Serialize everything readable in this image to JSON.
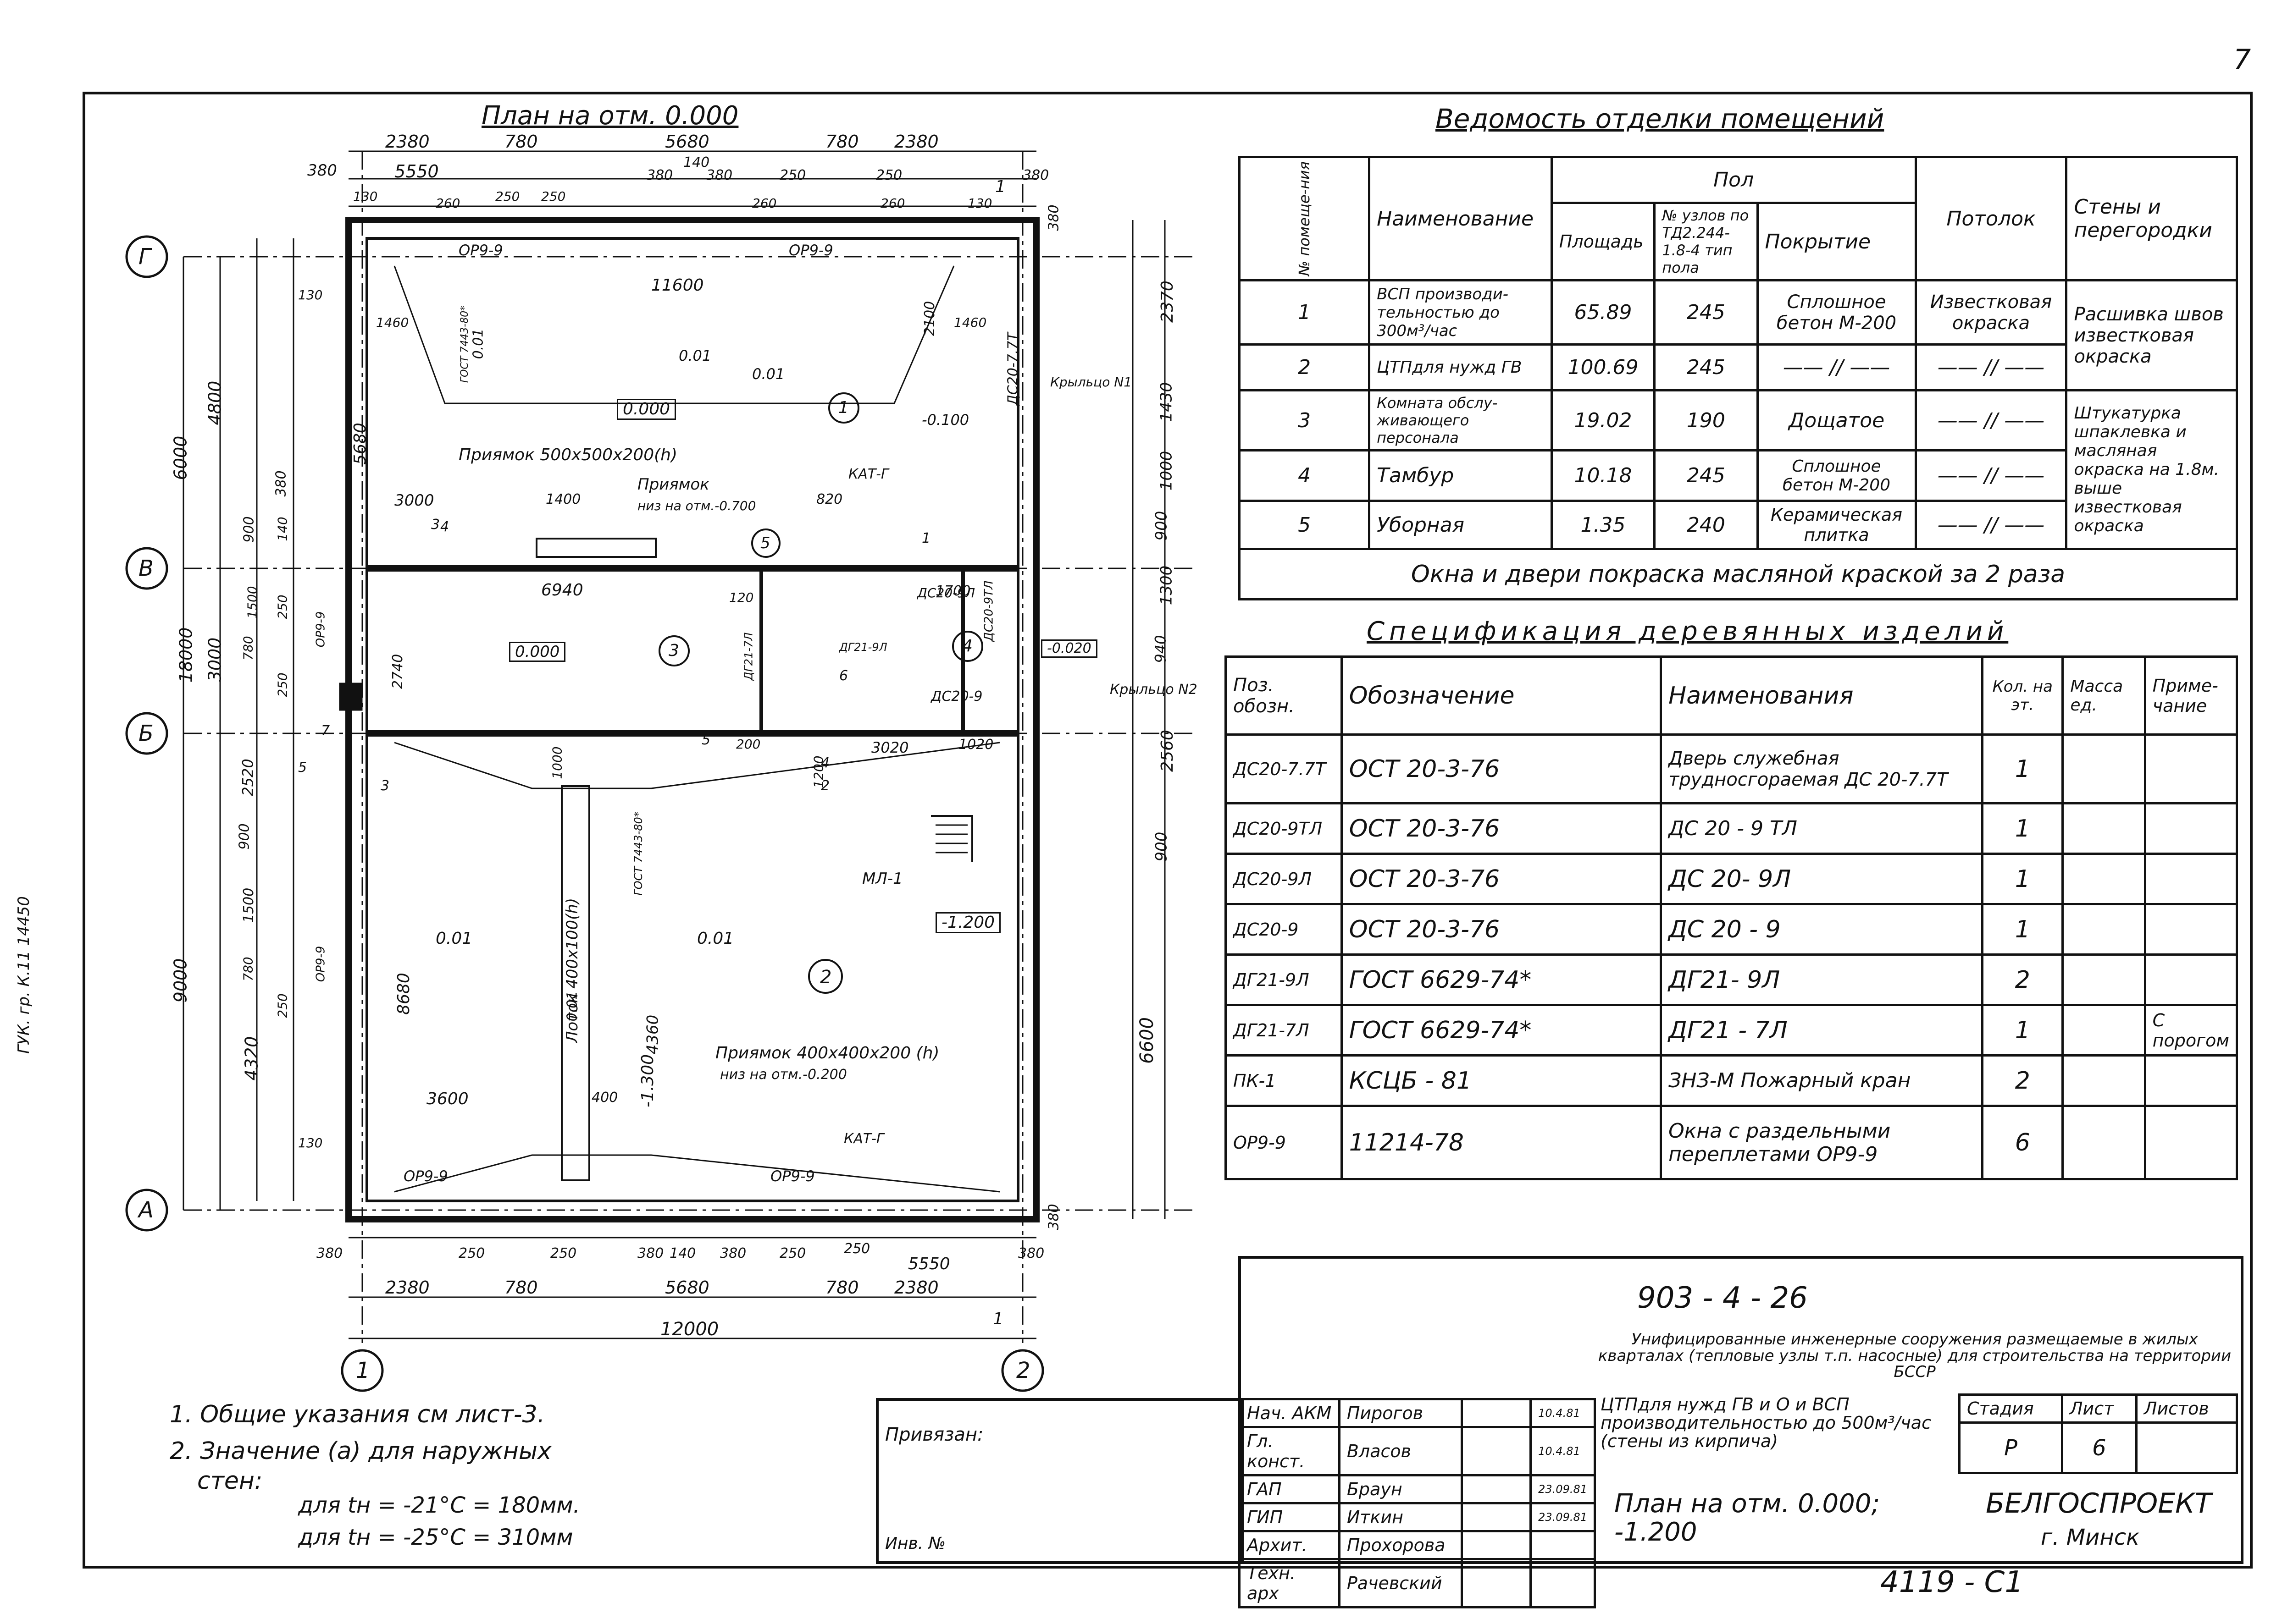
{
  "sheet_corner": "7",
  "plan": {
    "title": "План на отм. 0.000",
    "axes": {
      "G": "Г",
      "V": "В",
      "B": "Б",
      "A": "А",
      "one": "1",
      "two": "2"
    },
    "top_dims_row1": [
      "2380",
      "780",
      "5680",
      "780",
      "2380"
    ],
    "top_dims_row2": [
      "380",
      "5550",
      "140",
      "380",
      "380",
      "250",
      "250",
      "380"
    ],
    "top_dims_row3": [
      "130",
      "250",
      "250",
      "260",
      "260",
      "260",
      "130"
    ],
    "bottom_dims_row1": [
      "380",
      "250",
      "250",
      "380",
      "140",
      "380",
      "250",
      "250",
      "5550",
      "380"
    ],
    "bottom_dims_row2": [
      "2380",
      "780",
      "5680",
      "780",
      "2380"
    ],
    "bottom_total": "12000",
    "left_dims_outer": [
      "4800",
      "6000",
      "18000",
      "3000",
      "9000",
      "4320"
    ],
    "left_dims_inner": [
      "5680",
      "130",
      "380",
      "900",
      "140",
      "250",
      "780",
      "1500",
      "250",
      "2520",
      "900",
      "1500",
      "780",
      "250",
      "130"
    ],
    "right_dims": [
      "380",
      "2370",
      "1430",
      "1000",
      "900",
      "1300",
      "940",
      "2560",
      "900",
      "6600",
      "380"
    ],
    "inner_dims": [
      "11600",
      "6940",
      "3000",
      "1400",
      "3600",
      "8680",
      "4360",
      "2740",
      "3020",
      "1020",
      "1460",
      "1460",
      "820",
      "1700",
      "400",
      "120",
      "200",
      "2100",
      "1200",
      "1000"
    ],
    "windows": [
      "ОР9-9",
      "ОР9-9",
      "ОР9-9",
      "ОР9-9",
      "ОР9-9",
      "ОР9-9"
    ],
    "doors": [
      "ДС20-7.7Т",
      "ДС20-9Л",
      "ДС20-9ТЛ",
      "ДС20-9",
      "ДГ21-9Л",
      "ДГ21-7Л"
    ],
    "levels": [
      "0.000",
      "0.000",
      "-0.020",
      "-1.200",
      "-0.100",
      "-1.300"
    ],
    "slopes": [
      "0.01",
      "0.01",
      "0.01",
      "0.01",
      "0.01",
      "0.01"
    ],
    "room_numbers": [
      "1",
      "2",
      "3",
      "4",
      "5"
    ],
    "pit1": "Приямок 500x500x200(h)",
    "pit2": "Приямок",
    "pit2_bottom": "низ на отм.-0.700",
    "pit3": "Приямок 400x400x200 (h)",
    "pit3_bottom": "низ на отм.-0.200",
    "tray": "Лоток 400x100(h)",
    "pipe1": "ГОСТ 7443-80*",
    "pipe2": "ГОСТ 7443-80*",
    "kat1": "КАТ-Г",
    "kat2": "КАТ-Г",
    "stair": "МЛ-1",
    "porch1": "Крыльцо N1",
    "porch2": "Крыльцо N2",
    "section_marks": [
      "1",
      "1"
    ],
    "callouts": [
      "3",
      "4",
      "5",
      "6",
      "7",
      "3",
      "4",
      "1",
      "2",
      "5"
    ],
    "side_stamp": "ГУК. гр. К.11   14450"
  },
  "notes": {
    "n1": "1. Общие указания см лист-3.",
    "n2": "2. Значение (а) для наружных",
    "n2b": "стен:",
    "n3": "для tн = -21°С = 180мм.",
    "n4": "для tн = -25°С = 310мм"
  },
  "finish": {
    "title": "Ведомость отделки помещений",
    "headers": {
      "num": "№ помеще-ния",
      "name": "Наименование",
      "floor": "Пол",
      "area": "Площадь",
      "nodes": "№ узлов по ТД2.244-1.8-4 тип пола",
      "cover": "Покрытие",
      "ceiling": "Потолок",
      "walls": "Стены и перегородки"
    },
    "rows": [
      {
        "n": "1",
        "name": "ВСП производи-тельностью до 300м³/час",
        "area": "65.89",
        "node": "245",
        "cover": "Сплошное бетон М-200",
        "ceiling": "Известковая окраска"
      },
      {
        "n": "2",
        "name": "ЦТПдля нужд ГВ",
        "area": "100.69",
        "node": "245",
        "cover": "—— // ——",
        "ceiling": "—— // ——"
      },
      {
        "n": "3",
        "name": "Комната обслу-живающего персонала",
        "area": "19.02",
        "node": "190",
        "cover": "Дощатое",
        "ceiling": "—— // ——"
      },
      {
        "n": "4",
        "name": "Тамбур",
        "area": "10.18",
        "node": "245",
        "cover": "Сплошное бетон М-200",
        "ceiling": "—— // ——"
      },
      {
        "n": "5",
        "name": "Уборная",
        "area": "1.35",
        "node": "240",
        "cover": "Керамическая плитка",
        "ceiling": "—— // ——"
      }
    ],
    "walls_1_2": "Расшивка швов известковая окраска",
    "walls_3_5": "Штукатурка шпаклевка и масляная окраска на 1.8м. выше известковая окраска",
    "footer": "Окна и двери покраска масляной краской за 2 раза"
  },
  "spec": {
    "title": "Спецификация деревянных изделий",
    "headers": {
      "pos": "Поз. обозн.",
      "desig": "Обозначение",
      "name": "Наименования",
      "qty": "Кол. на эт.",
      "mass": "Масса ед.",
      "note": "Приме-чание"
    },
    "rows": [
      {
        "pos": "ДС20-7.7Т",
        "desig": "ОСТ 20-3-76",
        "name": "Дверь служебная трудносгораемая ДС 20-7.7Т",
        "qty": "1",
        "note": ""
      },
      {
        "pos": "ДС20-9ТЛ",
        "desig": "ОСТ 20-3-76",
        "name": "ДС 20 - 9 ТЛ",
        "qty": "1",
        "note": ""
      },
      {
        "pos": "ДС20-9Л",
        "desig": "ОСТ 20-3-76",
        "name": "ДС 20- 9Л",
        "qty": "1",
        "note": ""
      },
      {
        "pos": "ДС20-9",
        "desig": "ОСТ 20-3-76",
        "name": "ДС 20 - 9",
        "qty": "1",
        "note": ""
      },
      {
        "pos": "ДГ21-9Л",
        "desig": "ГОСТ 6629-74*",
        "name": "ДГ21- 9Л",
        "qty": "2",
        "note": ""
      },
      {
        "pos": "ДГ21-7Л",
        "desig": "ГОСТ 6629-74*",
        "name": "ДГ21 - 7Л",
        "qty": "1",
        "note": "С порогом"
      },
      {
        "pos": "ПК-1",
        "desig": "КСЦБ - 81",
        "name": "ЗНЗ-М Пожарный кран",
        "qty": "2",
        "note": ""
      },
      {
        "pos": "ОР9-9",
        "desig": "11214-78",
        "name": "Окна с раздельными переплетами ОР9-9",
        "qty": "6",
        "note": ""
      }
    ]
  },
  "stamp": {
    "code": "903 - 4 - 26",
    "project": "Унифицированные инженерные сооружения размещаемые в жилых кварталах (тепловые узлы т.п. насосные) для строительства на территории БССР",
    "object": "ЦТПдля нужд ГВ и О и ВСП производительностью до 500м³/час (стены из кирпича)",
    "sheet_title": "План на отм. 0.000; -1.200",
    "stage_h": "Стадия",
    "sheet_h": "Лист",
    "sheets_h": "Листов",
    "stage": "Р",
    "sheet": "6",
    "sheets": "",
    "org": "БЕЛГОСПРОЕКТ",
    "city": "г. Минск",
    "bound": "Привязан:",
    "inv": "Инв. №",
    "people": [
      {
        "role": "Нач. АКМ",
        "name": "Пирогов",
        "date": "10.4.81"
      },
      {
        "role": "Гл. конст.",
        "name": "Власов",
        "date": "10.4.81"
      },
      {
        "role": "ГАП",
        "name": "Браун",
        "date": "23.09.81"
      },
      {
        "role": "ГИП",
        "name": "Иткин",
        "date": "23.09.81"
      },
      {
        "role": "Архит.",
        "name": "Прохорова",
        "date": ""
      },
      {
        "role": "Техн. арх",
        "name": "Рачевский",
        "date": ""
      }
    ],
    "bottom_number": "4119 - С1"
  }
}
